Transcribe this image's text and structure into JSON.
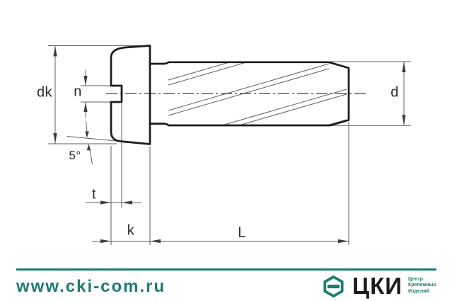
{
  "drawing": {
    "type": "technical-drawing-slotted-pan-head-thread-forming-screw",
    "labels": {
      "head_diameter": "dk",
      "slot_width": "n",
      "taper_angle": "5°",
      "slot_depth": "t",
      "head_height": "k",
      "length": "L",
      "thread_diameter": "d"
    }
  },
  "footer": {
    "website": "www.cki-com.ru",
    "accent_color": "#1e7b70",
    "logo": {
      "hexagon_icon": "hexagon-slotted-screw-head-icon",
      "abbr": "ЦКИ",
      "tagline_line1": "Центр",
      "tagline_line2": "Крепежных",
      "tagline_line3": "Изделий"
    }
  }
}
